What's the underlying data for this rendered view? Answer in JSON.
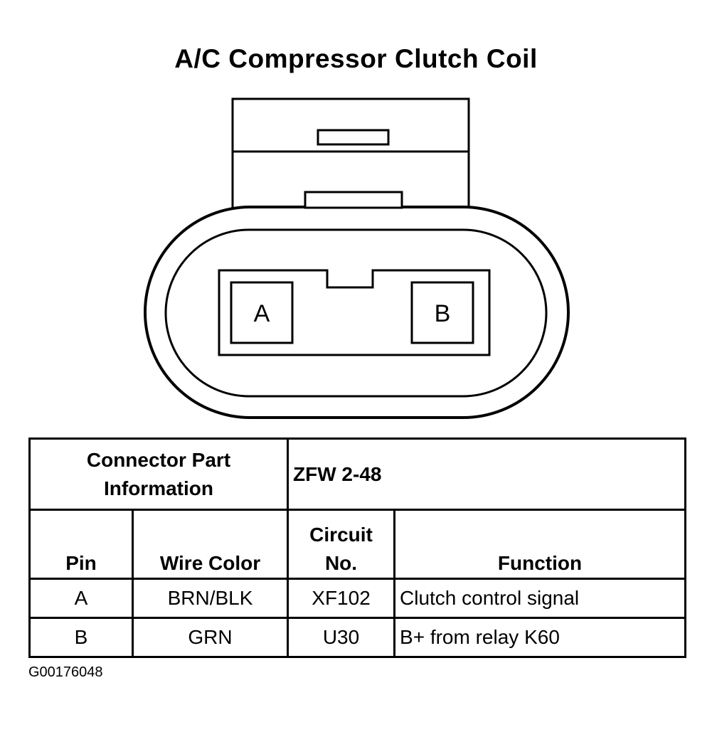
{
  "title": "A/C Compressor Clutch Coil",
  "connector": {
    "pins": [
      "A",
      "B"
    ]
  },
  "table": {
    "part_info_label": "Connector Part Information",
    "part_number": "ZFW 2-48",
    "headers": {
      "pin": "Pin",
      "wire_color": "Wire Color",
      "circuit_no": "Circuit No.",
      "function": "Function"
    },
    "rows": [
      {
        "pin": "A",
        "wire_color": "BRN/BLK",
        "circuit_no": "XF102",
        "function": "Clutch control signal"
      },
      {
        "pin": "B",
        "wire_color": "GRN",
        "circuit_no": "U30",
        "function": "B+ from relay K60"
      }
    ]
  },
  "figure_id": "G00176048"
}
